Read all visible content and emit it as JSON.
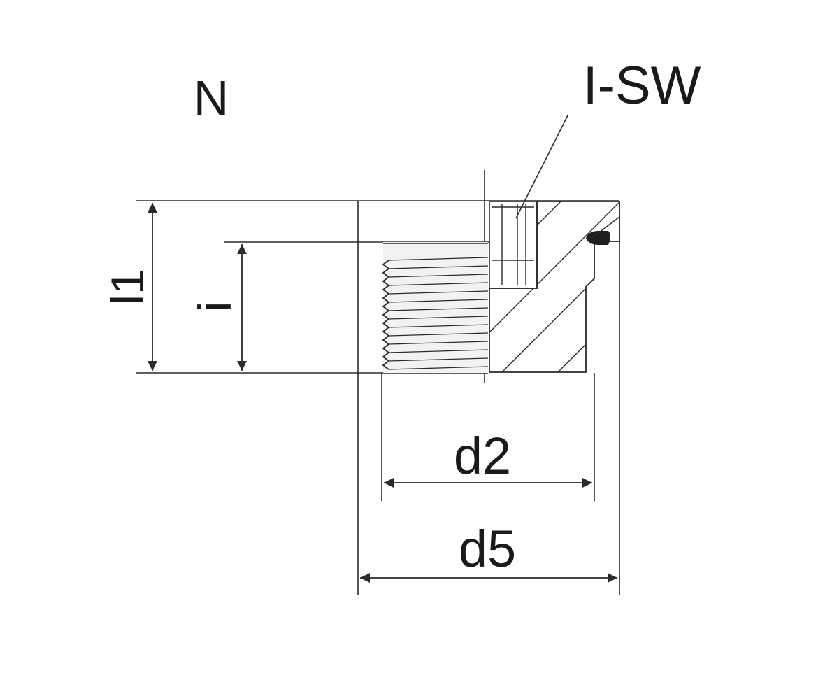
{
  "labels": {
    "part_type": "N",
    "hex_socket": "I-SW",
    "length_total": "l1",
    "thread_length": "i",
    "diameter_d2": "d2",
    "diameter_d5": "d5"
  },
  "colors": {
    "line": "#2b2b2b",
    "section_fill": "#d0d0d0",
    "thread_fill": "#f2f2f2",
    "background": "#ffffff"
  }
}
